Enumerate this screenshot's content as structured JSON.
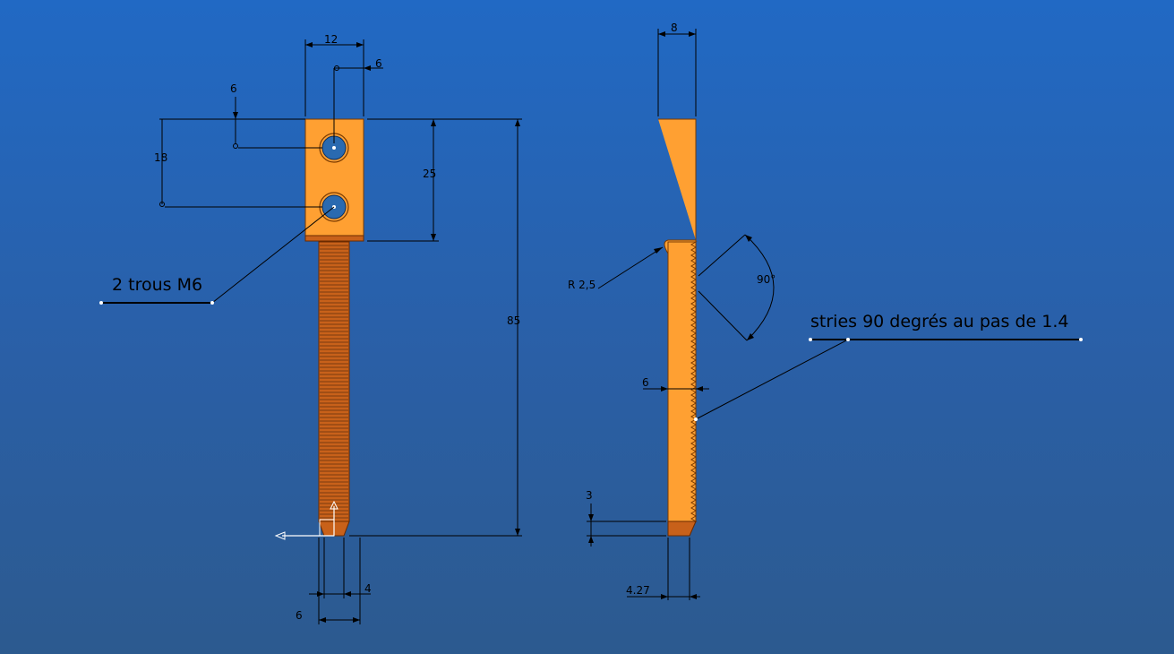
{
  "drawing": {
    "front_view": {
      "dims": {
        "width_top": "12",
        "hole_offset_x": "6",
        "hole_offset_y": "6",
        "hole_spacing": "18",
        "head_height": "25",
        "total_length": "85",
        "tip_width": "4",
        "shank_width": "6"
      },
      "callout": "2 trous M6"
    },
    "side_view": {
      "dims": {
        "thickness": "8",
        "radius": "R 2,5",
        "angle": "90°",
        "serration_depth": "6",
        "chamfer_height": "3",
        "tip_thickness": "4.27"
      },
      "callout": "stries 90 degrés au pas de 1.4"
    },
    "colors": {
      "background_top": "#2169c4",
      "background_bottom": "#2c5a8f",
      "part": "#ffa032",
      "thread": "#c8611a",
      "hole": "#2a6ab0"
    }
  }
}
